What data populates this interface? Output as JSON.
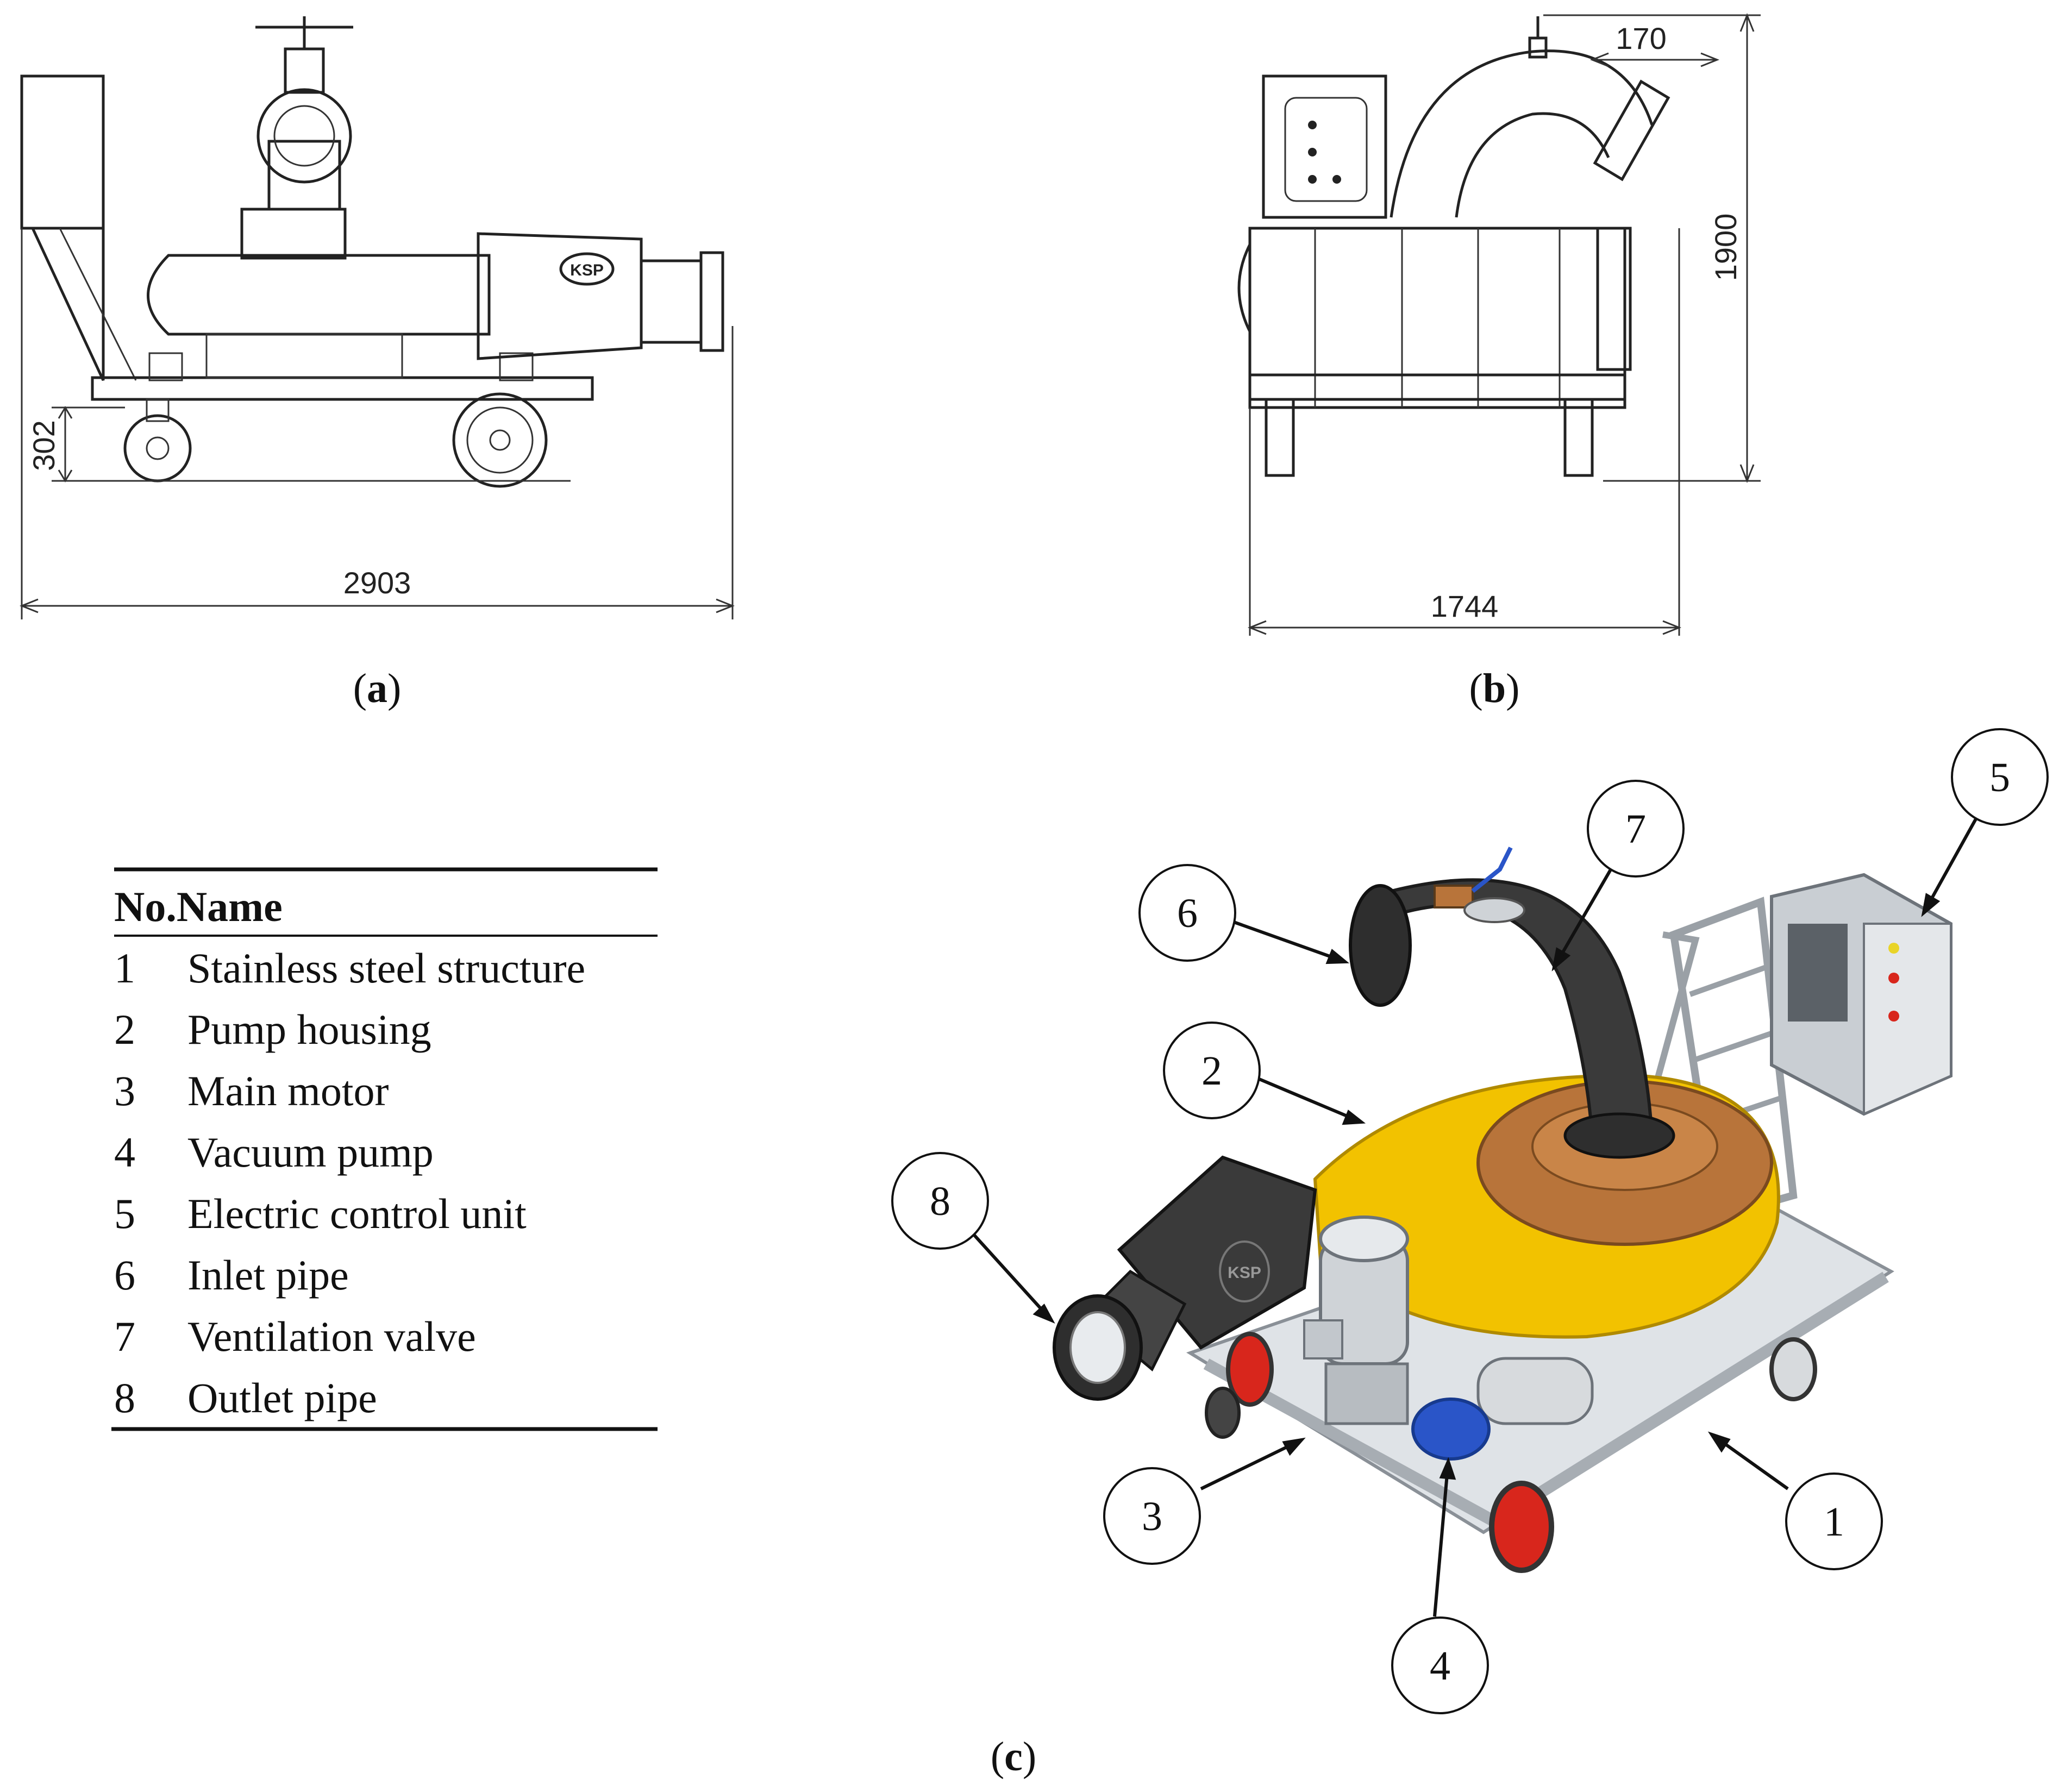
{
  "panels": {
    "a": {
      "label_prefix": "(",
      "label_letter": "a",
      "label_suffix": ")",
      "dims": {
        "height": "302",
        "length": "2903"
      },
      "logo_text": "KSP"
    },
    "b": {
      "label_prefix": "(",
      "label_letter": "b",
      "label_suffix": ")",
      "dims": {
        "offset": "170",
        "height": "1900",
        "width": "1744"
      }
    },
    "c": {
      "label_prefix": "(",
      "label_letter": "c",
      "label_suffix": ")",
      "logo_text": "KSP"
    }
  },
  "table": {
    "header": {
      "no": "No.",
      "name": "Name"
    },
    "rows": [
      {
        "no": "1",
        "name": "Stainless steel structure"
      },
      {
        "no": "2",
        "name": "Pump housing"
      },
      {
        "no": "3",
        "name": "Main motor"
      },
      {
        "no": "4",
        "name": "Vacuum pump"
      },
      {
        "no": "5",
        "name": "Electric control unit"
      },
      {
        "no": "6",
        "name": "Inlet pipe"
      },
      {
        "no": "7",
        "name": "Ventilation valve"
      },
      {
        "no": "8",
        "name": "Outlet pipe"
      }
    ]
  },
  "callouts": [
    "1",
    "2",
    "3",
    "4",
    "5",
    "6",
    "7",
    "8"
  ],
  "colors": {
    "housing": "#f2c200",
    "flange": "#b8743a",
    "pipe": "#3a3a3a",
    "frame": "#c8cdd2",
    "vacuum_pump": "#2a55c8",
    "wheel_red": "#d8261c"
  }
}
